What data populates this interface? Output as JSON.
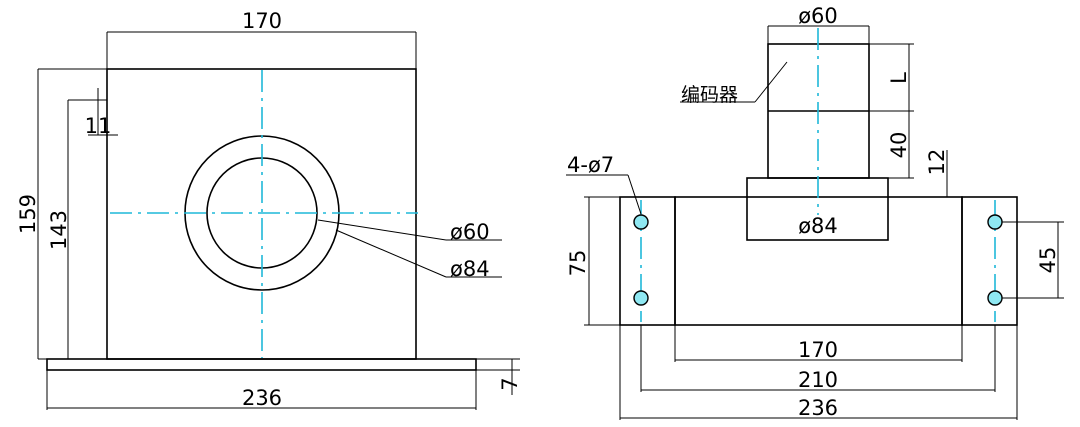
{
  "front_view": {
    "dim_width_top": "170",
    "dim_height_total": "159",
    "dim_height_body": "143",
    "dim_flange_small": "11",
    "dim_inner_dia": "ø60",
    "dim_outer_dia": "ø84",
    "dim_base_width": "236",
    "dim_base_thickness": "7"
  },
  "side_view": {
    "dim_encoder_dia": "ø60",
    "encoder_label": "编码器",
    "dim_encoder_length": "L",
    "dim_shaft_40": "40",
    "dim_12": "12",
    "dim_holes": "4-ø7",
    "dim_flange_dia": "ø84",
    "dim_height_75": "75",
    "dim_hole_spacing_v": "45",
    "dim_170": "170",
    "dim_210": "210",
    "dim_236": "236"
  },
  "colors": {
    "outline": "#000000",
    "centerline": "#1fb8d8",
    "hole_fill": "#8fe8f2"
  }
}
